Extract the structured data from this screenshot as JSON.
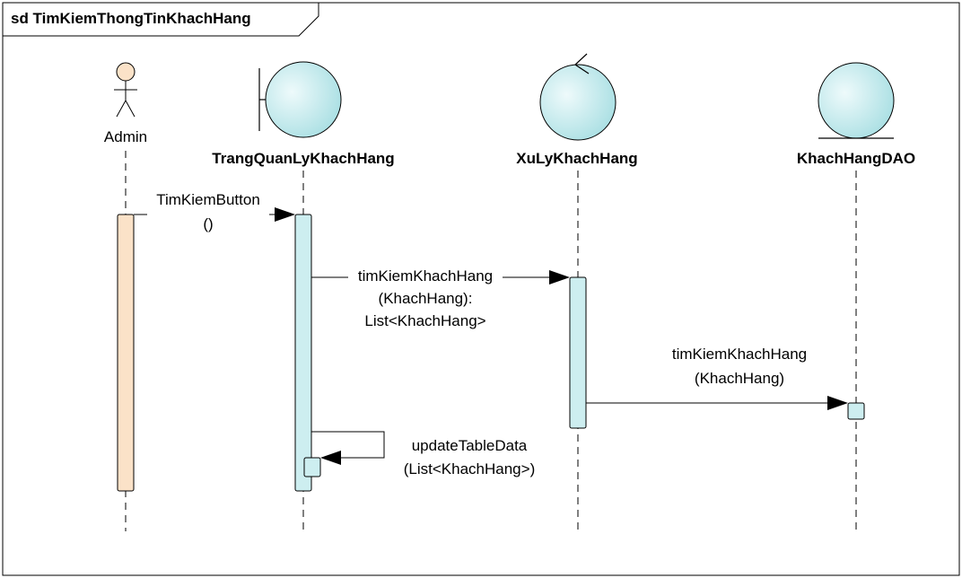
{
  "frame": {
    "title": "sd TimKiemThongTinKhachHang"
  },
  "actors": [
    {
      "id": "admin",
      "label": "Admin",
      "kind": "actor"
    },
    {
      "id": "trangquanly",
      "label": "TrangQuanLyKhachHang",
      "kind": "boundary"
    },
    {
      "id": "xuly",
      "label": "XuLyKhachHang",
      "kind": "control"
    },
    {
      "id": "dao",
      "label": "KhachHangDAO",
      "kind": "entity"
    }
  ],
  "messages": [
    {
      "id": "m1",
      "from": "admin",
      "to": "trangquanly",
      "lines": [
        "TimKiemButton",
        "()"
      ]
    },
    {
      "id": "m2",
      "from": "trangquanly",
      "to": "xuly",
      "lines": [
        "timKiemKhachHang",
        "(KhachHang):",
        "List<KhachHang>"
      ]
    },
    {
      "id": "m3",
      "from": "xuly",
      "to": "dao",
      "lines": [
        "timKiemKhachHang",
        "(KhachHang)"
      ]
    },
    {
      "id": "m4",
      "from": "trangquanly",
      "to": "trangquanly",
      "lines": [
        "updateTableData",
        "(List<KhachHang>)"
      ]
    }
  ],
  "colors": {
    "frame": "#000000",
    "actor_fill": "#fbe2c8",
    "object_fill": "#cdeef0",
    "object_fill_light": "#e9f8f9",
    "activation_actor": "#fbe2c8",
    "activation_object": "#cdeef0",
    "line": "#000000"
  }
}
